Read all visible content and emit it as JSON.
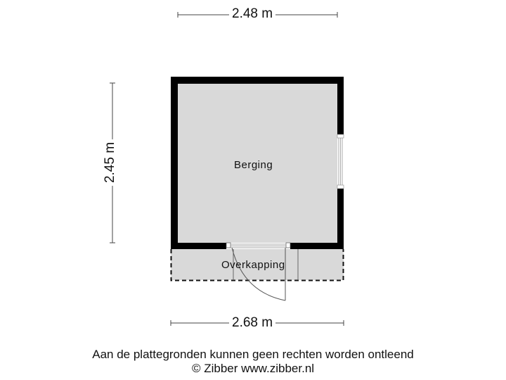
{
  "floorplan": {
    "dimensions": {
      "top": "2.48 m",
      "left": "2.45 m",
      "bottom": "2.68 m"
    },
    "rooms": [
      {
        "name": "Berging"
      },
      {
        "name": "Overkapping"
      }
    ],
    "colors": {
      "wall": "#000000",
      "floor": "#d9d9d9",
      "dim_line": "#444444"
    }
  },
  "footer": {
    "disclaimer": "Aan de plattegronden kunnen geen rechten worden ontleend",
    "copyright": "© Zibber www.zibber.nl"
  }
}
